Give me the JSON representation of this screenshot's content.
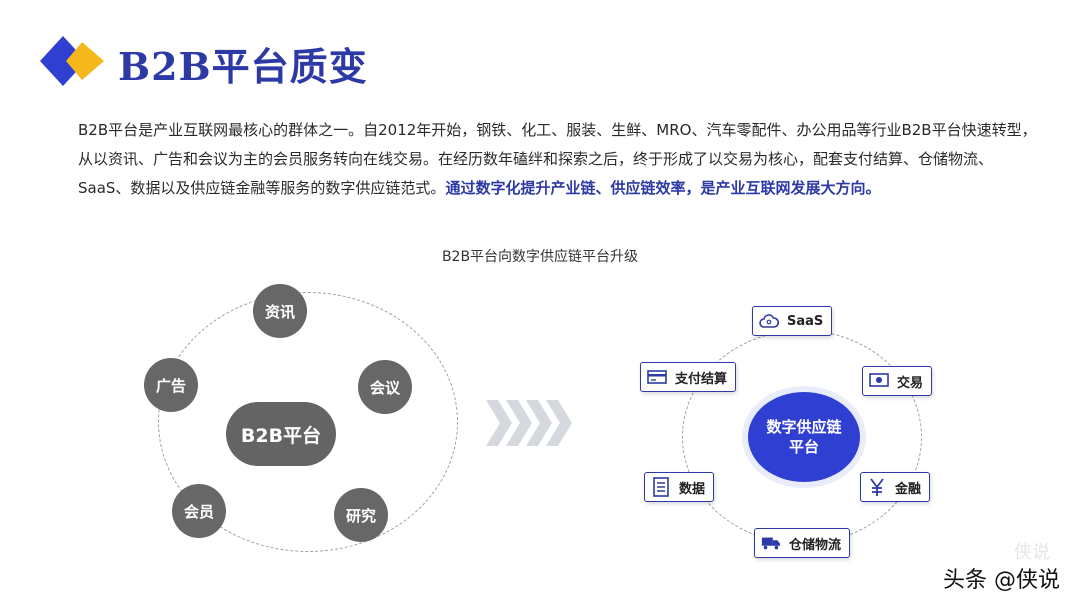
{
  "title": "B2B平台质变",
  "intro": {
    "text": "B2B平台是产业互联网最核心的群体之一。自2012年开始，钢铁、化工、服装、生鲜、MRO、汽车零配件、办公用品等行业B2B平台快速转型，从以资讯、广告和会议为主的会员服务转向在线交易。在经历数年磕绊和探索之后，终于形成了以交易为核心，配套支付结算、仓储物流、SaaS、数据以及供应链金融等服务的数字供应链范式。",
    "highlight": "通过数字化提升产业链、供应链效率，是产业互联网发展大方向。"
  },
  "diagram_title": "B2B平台向数字供应链平台升级",
  "left": {
    "center": "B2B平台",
    "nodes": [
      "资讯",
      "会议",
      "研究",
      "会员",
      "广告"
    ]
  },
  "right": {
    "center_line1": "数字供应链",
    "center_line2": "平台",
    "tags": {
      "saas": "SaaS",
      "trade": "交易",
      "finance": "金融",
      "logistics": "仓储物流",
      "data": "数据",
      "payment": "支付结算"
    }
  },
  "watermark": "头条 @侠说",
  "watermark_faint": "侠说",
  "colors": {
    "brand_blue": "#2d3aa6",
    "accent_blue": "#2f3fd1",
    "logo_yellow": "#f5b81c",
    "node_gray": "#676767"
  }
}
